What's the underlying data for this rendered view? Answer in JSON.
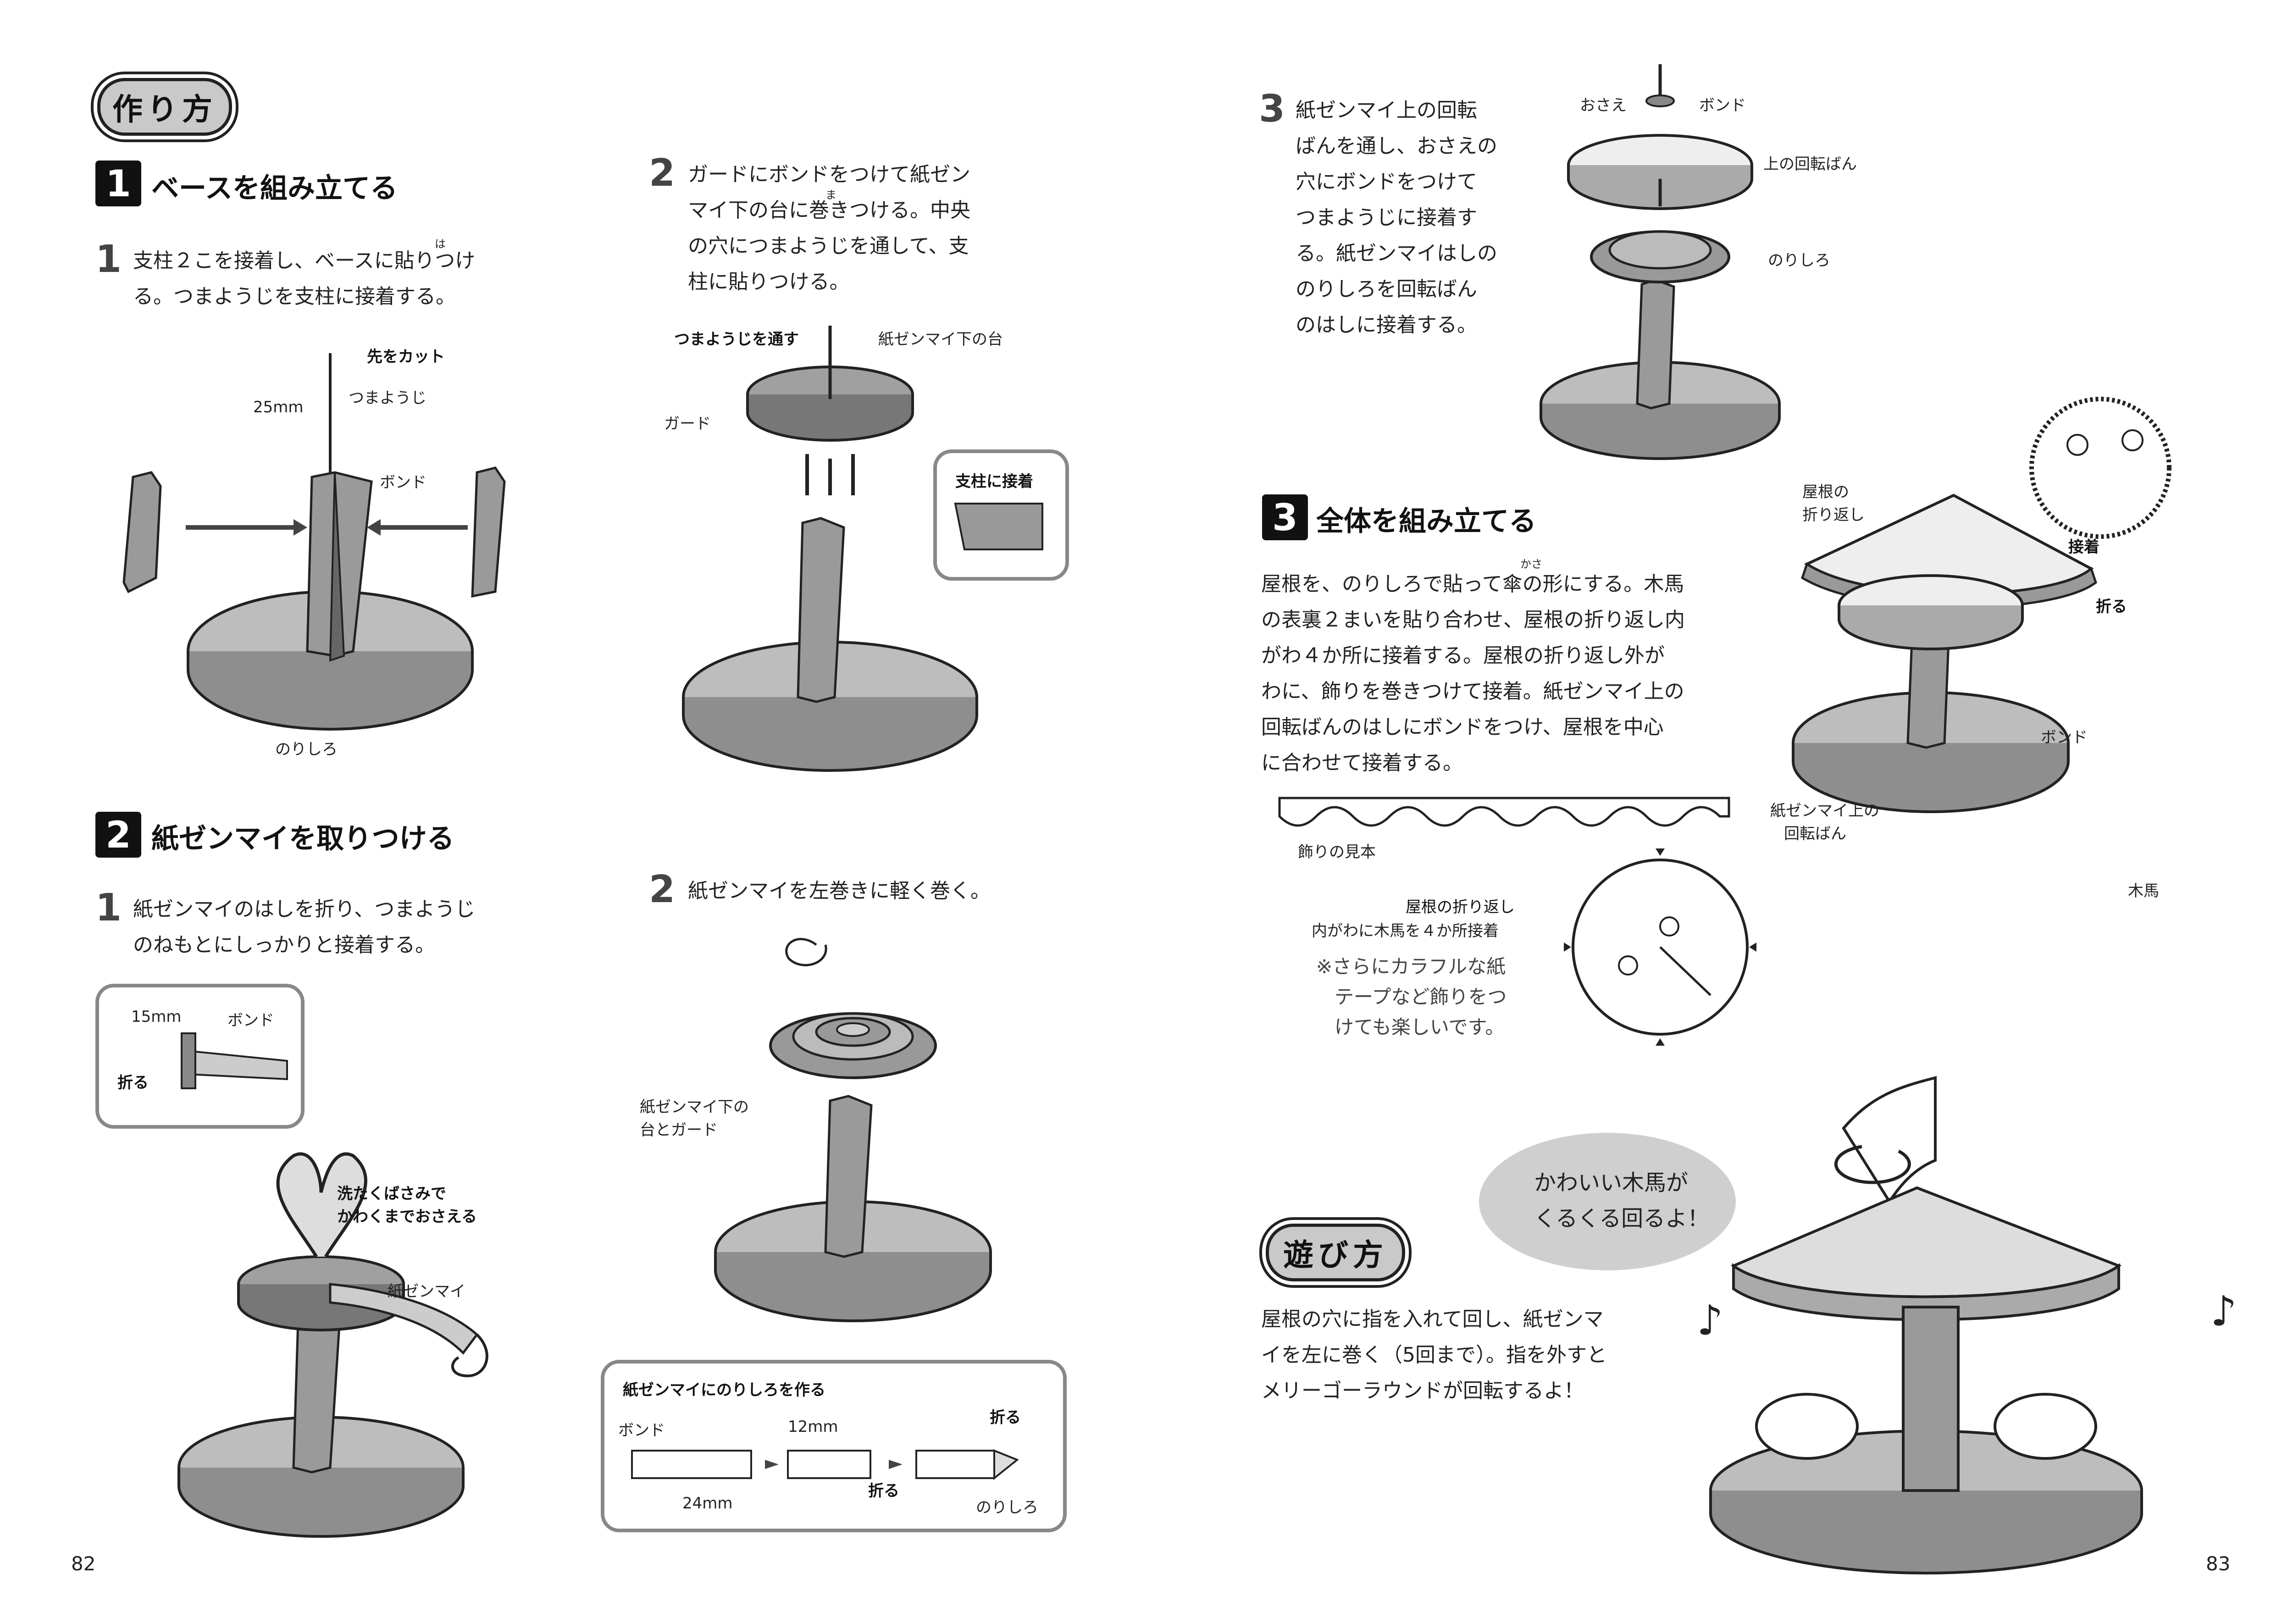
{
  "page_left": {
    "header_pill": "作り方",
    "section1": {
      "number": "1",
      "title": "ベースを組み立てる"
    },
    "s1_step1": {
      "num": "1",
      "lines": [
        "支柱２こを接着し、ベースに貼りつけ",
        "る。つまようじを支柱に接着する。"
      ],
      "ruby": "は"
    },
    "s1_step1_labels": {
      "cut": "先をカット",
      "toothpick": "つまようじ",
      "len": "25mm",
      "bond": "ボンド",
      "margin": "のりしろ"
    },
    "s1_step2": {
      "num": "2",
      "lines": [
        "ガードにボンドをつけて紙ゼン",
        "マイ下の台に巻きつける。中央",
        "の穴につまようじを通して、支",
        "柱に貼りつける。"
      ],
      "ruby": "ま"
    },
    "s1_step2_labels": {
      "through": "つまようじを通す",
      "base_top": "紙ゼンマイ下の台",
      "guard": "ガード",
      "attach": "支柱に接着"
    },
    "section2": {
      "number": "2",
      "title": "紙ゼンマイを取りつける"
    },
    "s2_step1": {
      "num": "1",
      "lines": [
        "紙ゼンマイのはしを折り、つまようじ",
        "のねもとにしっかりと接着する。"
      ]
    },
    "s2_step1_labels": {
      "len": "15mm",
      "bond": "ボンド",
      "fold": "折る",
      "clip1": "洗たくばさみで",
      "clip2": "かわくまでおさえる",
      "spring": "紙ゼンマイ"
    },
    "s2_step2": {
      "num": "2",
      "text": "紙ゼンマイを左巻きに軽く巻く。"
    },
    "s2_step2_labels": {
      "line1": "紙ゼンマイ下の",
      "line2": "台とガード"
    },
    "margin_box": {
      "title": "紙ゼンマイにのりしろを作る",
      "bond": "ボンド",
      "len24": "24mm",
      "len12": "12mm",
      "fold1": "折る",
      "fold2": "折る",
      "margin": "のりしろ"
    },
    "page_number": "82"
  },
  "page_right": {
    "s2_step3": {
      "num": "3",
      "lines": [
        "紙ゼンマイ上の回転",
        "ばんを通し、おさえの",
        "穴にボンドをつけて",
        "つまようじに接着す",
        "る。紙ゼンマイはしの",
        "のりしろを回転ばん",
        "のはしに接着する。"
      ]
    },
    "s2_step3_labels": {
      "press": "おさえ",
      "bond": "ボンド",
      "top_disc": "上の回転ばん",
      "margin": "のりしろ"
    },
    "section3": {
      "number": "3",
      "title": "全体を組み立てる"
    },
    "s3_text": {
      "lines": [
        "屋根を、のりしろで貼って傘の形にする。木馬",
        "の表裏２まいを貼り合わせ、屋根の折り返し内",
        "がわ４か所に接着する。屋根の折り返し外が",
        "わに、飾りを巻きつけて接着。紙ゼンマイ上の",
        "回転ばんのはしにボンドをつけ、屋根を中心",
        "に合わせて接着する。"
      ],
      "ruby": "かさ"
    },
    "s3_labels": {
      "roof_fold1": "屋根の",
      "roof_fold2": "折り返し",
      "attach": "接着",
      "fold": "折る",
      "bond": "ボンド",
      "disc1": "紙ゼンマイ上の",
      "disc2": "回転ばん",
      "horse": "木馬",
      "deco": "飾りの見本",
      "inner1": "屋根の折り返し",
      "inner2": "内がわに木馬を４か所接着"
    },
    "s3_note": {
      "lines": [
        "※さらにカラフルな紙",
        "テープなど飾りをつ",
        "けても楽しいです。"
      ]
    },
    "play_pill": "遊び方",
    "speech": {
      "lines": [
        "かわいい木馬が",
        "くるくる回るよ！"
      ]
    },
    "play_text": {
      "lines": [
        "屋根の穴に指を入れて回し、紙ゼンマ",
        "イを左に巻く（5回まで）。指を外すと",
        "メリーゴーラウンドが回転するよ！"
      ]
    },
    "page_number": "83"
  }
}
